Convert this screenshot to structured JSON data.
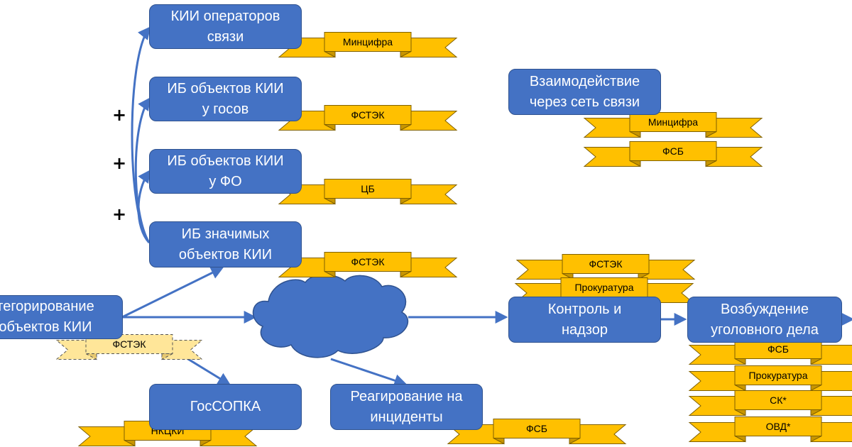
{
  "nodes": {
    "kii_operators": "КИИ операторов\nсвязи",
    "ib_gov": "ИБ объектов КИИ\nу госов",
    "ib_fo": "ИБ объектов КИИ\nу ФО",
    "ib_significant": "ИБ значимых\nобъектов КИИ",
    "interaction": "Взаимодействие\nчерез сеть связи",
    "categorization": "тегорирование\nобъектов КИИ",
    "control": "Контроль и\nнадзор",
    "criminal": "Возбуждение\nуголовного дела",
    "gossopka": "ГосСОПКА",
    "response": "Реагирование на\nинциденты"
  },
  "plus_signs": [
    "+",
    "+",
    "+"
  ],
  "ribbons": {
    "kii_operators": "Минцифра",
    "ib_gov": "ФСТЭК",
    "ib_fo": "ЦБ",
    "ib_significant": "ФСТЭК",
    "interaction_1": "Минцифра",
    "interaction_2": "ФСБ",
    "control_1": "ФСТЭК",
    "control_2": "Прокуратура",
    "categorization": "ФСТЭК",
    "criminal_1": "ФСБ",
    "criminal_2": "Прокуратура",
    "criminal_3": "СК*",
    "criminal_4": "ОВД*",
    "gossopka": "НКЦКИ",
    "response": "ФСБ"
  },
  "colors": {
    "box": "#4472c4",
    "box_border": "#2f528f",
    "ribbon": "#ffc000",
    "ribbon_dark": "#c79500",
    "ribbon_faded": "#ffe699",
    "arrow": "#4472c4",
    "cloud": "#4472c4"
  }
}
